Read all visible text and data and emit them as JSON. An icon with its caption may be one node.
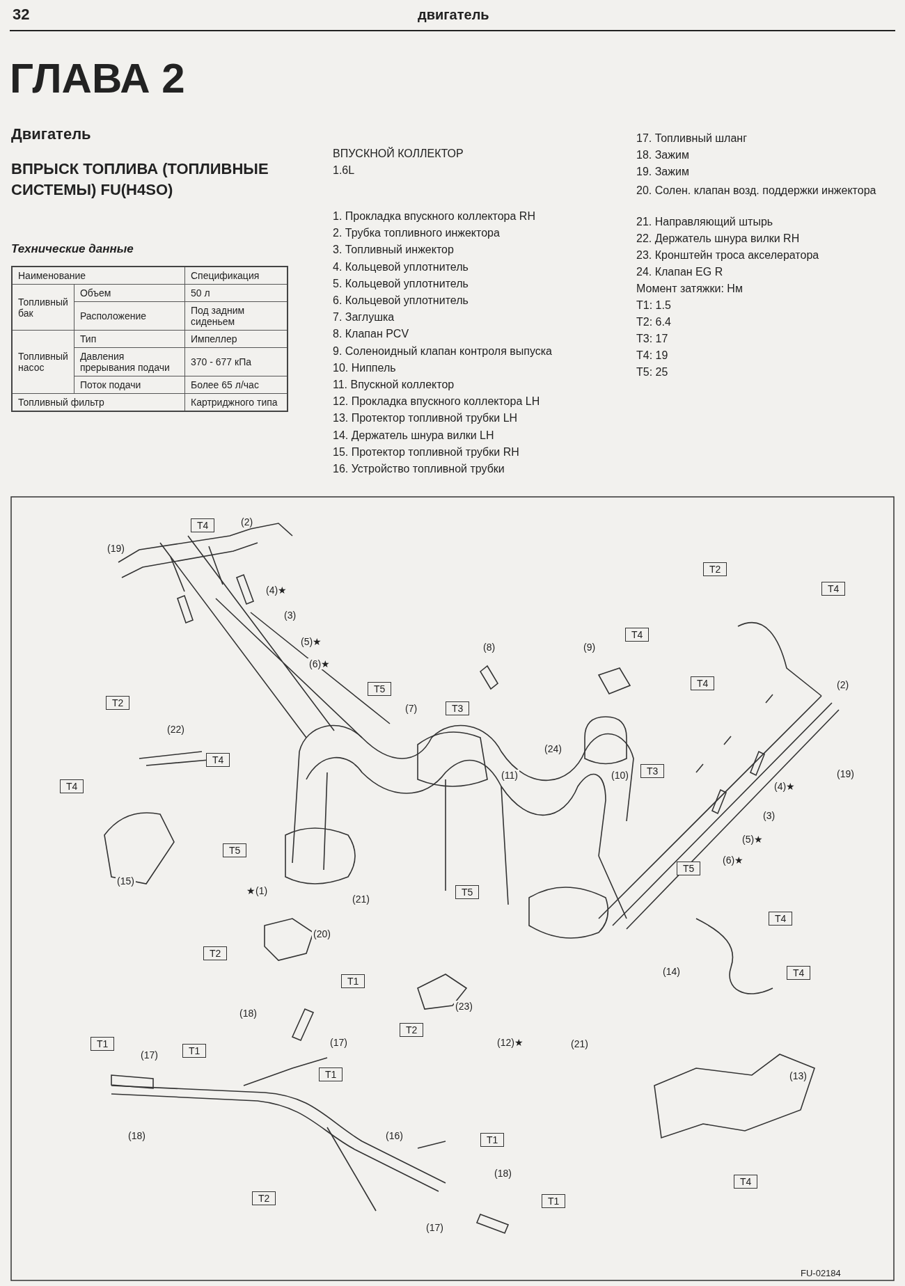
{
  "diagram": {
    "title": "ГЛАВА 2",
    "labels": [
      "32",
      "двигатель",
      "Двигатель",
      "ВПРЫСК ТОПЛИВА (ТОПЛИВНЫЕ СИСТЕМЫ) FU(H4SO)",
      "Технические данные",
      "Наименование",
      "Спецификация",
      "Топливный бак",
      "Объем",
      "50 л",
      "Расположение",
      "Под задним сиденьем",
      "Топливный насос",
      "Тип",
      "Импеллер",
      "Давления прерывания подачи",
      "370 - 677 кПа",
      "Поток подачи",
      "Более 65 л/час",
      "Топливный фильтр",
      "Картриджного типа",
      "ВПУСКНОЙ КОЛЛЕКТОР",
      "1.6L",
      "1. Прокладка впускного коллектора RH",
      "2. Трубка топливного инжектора",
      "3. Топливный инжектор",
      "4. Кольцевой уплотнитель",
      "5. Кольцевой уплотнитель",
      "6. Кольцевой уплотнитель",
      "7. Заглушка",
      "8. Клапан PCV",
      "9. Соленоидный клапан контроля выпуска",
      "10. Ниппель",
      "11. Впускной коллектор",
      "12. Прокладка впускного коллектора LH",
      "13. Протектор топливной трубки LH",
      "14. Держатель шнура вилки LH",
      "15. Протектор топливной трубки RH",
      "16. Устройство топливной трубки",
      "17. Топливный шланг",
      "18. Зажим",
      "19. Зажим",
      "20. Солен. клапан возд. поддержки инжектора",
      "21. Направляющий штырь",
      "22. Держатель шнура вилки RH",
      "23. Кронштейн троса акселератора",
      "24. Клапан EG R",
      "Момент затяжки: Нм",
      "T1: 1.5",
      "T2: 6.4",
      "T3: 17",
      "T4: 19",
      "T5: 25",
      "T4",
      "(2)",
      "(19)",
      "(4)★",
      "(3)",
      "(5)★",
      "(6)★",
      "T2",
      "T4",
      "T4",
      "(8)",
      "(9)",
      "T5",
      "T4",
      "(2)",
      "(7)",
      "T3",
      "T2",
      "(22)",
      "(24)",
      "T4",
      "(11)",
      "(10)",
      "T3",
      "(19)",
      "T4",
      "(4)★",
      "(3)",
      "T5",
      "(5)★",
      "(6)★",
      "T5",
      "(15)",
      "★(1)",
      "(21)",
      "T5",
      "T4",
      "(20)",
      "T2",
      "(14)",
      "T4",
      "T1",
      "(23)",
      "(18)",
      "(17)",
      "T2",
      "(12)★",
      "(21)",
      "T1",
      "(13)",
      "T1",
      "(17)",
      "T1",
      "(18)",
      "(16)",
      "T1",
      "(18)",
      "T2",
      "T1",
      "(17)",
      "T4",
      "FU-02184"
    ]
  }
}
